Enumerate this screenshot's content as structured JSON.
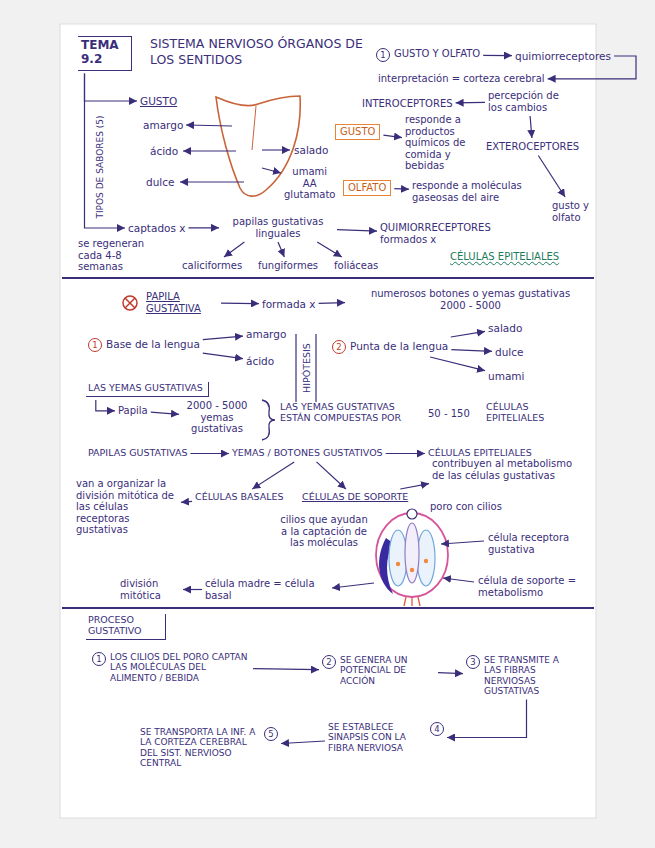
{
  "diagram": {
    "title": "SISTEMA NERVIOSO ÓRGANOS DE LOS SENTIDOS",
    "nodes": [
      {
        "text": [
          "TEMA 9.2"
        ]
      },
      {
        "text": [
          "1",
          "GUSTO Y OLFATO"
        ]
      },
      {
        "text": [
          "quimiorreceptores"
        ]
      },
      {
        "text": [
          "interpretación = corteza cerebral"
        ]
      },
      {
        "text": [
          "percepción de los cambios"
        ]
      },
      {
        "text": [
          "INTEROCEPTORES"
        ]
      },
      {
        "text": [
          "EXTEROCEPTORES"
        ]
      },
      {
        "text": [
          "gusto y olfato"
        ]
      },
      {
        "text": [
          "GUSTO"
        ]
      },
      {
        "text": [
          "responde a productos químicos de comida y bebidas"
        ]
      },
      {
        "text": [
          "OLFATO"
        ]
      },
      {
        "text": [
          "responde a moléculas gaseosas del aire"
        ]
      },
      {
        "text": [
          "GUSTO"
        ]
      },
      {
        "text": [
          "amargo"
        ]
      },
      {
        "text": [
          "ácido"
        ]
      },
      {
        "text": [
          "dulce"
        ]
      },
      {
        "text": [
          "salado"
        ]
      },
      {
        "text": [
          "umami",
          "AA",
          "glutamato"
        ]
      },
      {
        "text": [
          "captados x"
        ]
      },
      {
        "text": [
          "papilas gustativas linguales"
        ]
      },
      {
        "text": [
          "QUIMIORRECEPTORES formados x"
        ]
      },
      {
        "text": [
          "se regeneran cada 4-8 semanas"
        ]
      },
      {
        "text": [
          "caliciformes"
        ]
      },
      {
        "text": [
          "fungiformes"
        ]
      },
      {
        "text": [
          "foliáceas"
        ]
      },
      {
        "text": [
          "CÉLULAS EPITELIALES"
        ]
      },
      {
        "text": [
          "PAPILA GUSTATIVA"
        ]
      },
      {
        "text": [
          "formada x"
        ]
      },
      {
        "text": [
          "numerosos botones o yemas gustativas",
          "2000 - 5000"
        ]
      },
      {
        "text": [
          "1",
          "Base de la lengua"
        ]
      },
      {
        "text": [
          "amargo"
        ]
      },
      {
        "text": [
          "ácido"
        ]
      },
      {
        "text": [
          "2",
          "Punta de la lengua"
        ]
      },
      {
        "text": [
          "salado"
        ]
      },
      {
        "text": [
          "dulce"
        ]
      },
      {
        "text": [
          "umami"
        ]
      },
      {
        "text": [
          "LAS YEMAS GUSTATIVAS"
        ]
      },
      {
        "text": [
          "Papila"
        ]
      },
      {
        "text": [
          "2000 - 5000 yemas gustativas"
        ]
      },
      {
        "text": [
          "LAS YEMAS GUSTATIVAS ESTÁN COMPUESTAS POR"
        ]
      },
      {
        "text": [
          "50 - 150"
        ]
      },
      {
        "text": [
          "CÉLULAS EPITELIALES"
        ]
      },
      {
        "text": [
          "PAPILAS GUSTATIVAS"
        ]
      },
      {
        "text": [
          "YEMAS / BOTONES GUSTATIVOS"
        ]
      },
      {
        "text": [
          "CÉLULAS EPITELIALES"
        ]
      },
      {
        "text": [
          "van a organizar la división mitótica de las células receptoras gustativas"
        ]
      },
      {
        "text": [
          "CÉLULAS BASALES"
        ]
      },
      {
        "text": [
          "CÉLULAS DE SOPORTE"
        ]
      },
      {
        "text": [
          "contribuyen al metabolismo de las células gustativas"
        ]
      },
      {
        "text": [
          "cilios que ayudan a la captación de las moléculas"
        ]
      },
      {
        "text": [
          "poro con cilios"
        ]
      },
      {
        "text": [
          "célula receptora gustativa"
        ]
      },
      {
        "text": [
          "célula de soporte = metabolismo"
        ]
      },
      {
        "text": [
          "célula madre = célula basal"
        ]
      },
      {
        "text": [
          "división mitótica"
        ]
      },
      {
        "text": [
          "PROCESO GUSTATIVO"
        ]
      },
      {
        "text": [
          "1",
          "LOS CILIOS DEL PORO CAPTAN LAS MOLÉCULAS DEL ALIMENTO / BEBIDA"
        ]
      },
      {
        "text": [
          "2",
          "SE GENERA UN POTENCIAL DE ACCIÓN"
        ]
      },
      {
        "text": [
          "3",
          "SE TRANSMITE A LAS FIBRAS NERVIOSAS GUSTATIVAS"
        ]
      },
      {
        "text": [
          "SE ESTABLECE SINAPSIS CON LA FIBRA NERVIOSA",
          "4"
        ]
      },
      {
        "text": [
          "SE TRANSPORTA LA INF. A LA CORTEZA CEREBRAL DEL SIST. NERVIOSO CENTRAL",
          "5"
        ]
      }
    ],
    "edges": [
      {
        "from": 0,
        "to": 12,
        "arrow": "to"
      },
      {
        "from": 0,
        "to": 18,
        "arrow": "to"
      },
      {
        "from": 1,
        "to": 2,
        "arrow": "to"
      },
      {
        "from": 2,
        "to": 3,
        "arrow": "to"
      },
      {
        "from": 4,
        "to": 5,
        "arrow": "to"
      },
      {
        "from": 4,
        "to": 6,
        "arrow": "to"
      },
      {
        "from": 6,
        "to": 7,
        "arrow": "to"
      },
      {
        "from": 8,
        "to": 9,
        "arrow": "to"
      },
      {
        "from": 10,
        "to": 11,
        "arrow": "to"
      },
      {
        "from": 18,
        "to": 19,
        "arrow": "to"
      },
      {
        "from": 19,
        "to": 20,
        "arrow": "to"
      },
      {
        "from": 19,
        "to": 22,
        "arrow": "to"
      },
      {
        "from": 19,
        "to": 23,
        "arrow": "to"
      },
      {
        "from": 19,
        "to": 24,
        "arrow": "to"
      },
      {
        "from": 26,
        "to": 27,
        "arrow": "to"
      },
      {
        "from": 27,
        "to": 28,
        "arrow": "to"
      },
      {
        "from": 29,
        "to": 30,
        "arrow": "to"
      },
      {
        "from": 29,
        "to": 31,
        "arrow": "to"
      },
      {
        "from": 32,
        "to": 33,
        "arrow": "to"
      },
      {
        "from": 32,
        "to": 34,
        "arrow": "to"
      },
      {
        "from": 32,
        "to": 35,
        "arrow": "to"
      },
      {
        "from": 36,
        "to": 37,
        "arrow": "to"
      },
      {
        "from": 37,
        "to": 38,
        "arrow": "to"
      },
      {
        "from": 42,
        "to": 43,
        "arrow": "to"
      },
      {
        "from": 43,
        "to": 44,
        "arrow": "to"
      },
      {
        "from": 43,
        "to": 46,
        "arrow": "to"
      },
      {
        "from": 43,
        "to": 47,
        "arrow": "to"
      },
      {
        "from": 47,
        "to": 48,
        "arrow": "to"
      },
      {
        "from": 46,
        "to": 45,
        "arrow": "to"
      },
      {
        "from": 53,
        "to": 54,
        "arrow": "to"
      },
      {
        "from": 56,
        "to": 57,
        "arrow": "to"
      },
      {
        "from": 57,
        "to": 58,
        "arrow": "to"
      },
      {
        "from": 58,
        "to": 59,
        "arrow": "to"
      },
      {
        "from": 59,
        "to": 60,
        "arrow": "to"
      }
    ],
    "labels": [
      "TIPOS DE SABORES (5)",
      "HIPÓTESIS"
    ]
  }
}
